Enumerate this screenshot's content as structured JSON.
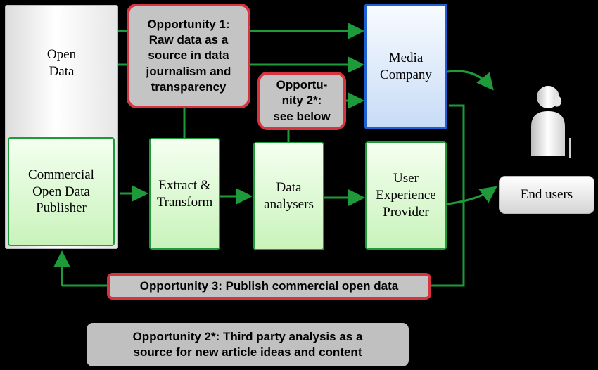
{
  "nodes": {
    "open_data": "Open\nData",
    "commercial_publisher": "Commercial\nOpen Data\nPublisher",
    "extract_transform": "Extract &\nTransform",
    "data_analysers": "Data\nanalysers",
    "user_experience_provider": "User\nExperience\nProvider",
    "media_company": "Media\nCompany",
    "end_users": "End users"
  },
  "opportunities": {
    "opp1": "Opportunity 1:\nRaw data as a\nsource in data\njournalism and\ntransparency",
    "opp2": "Opportu-\nnity 2*:\nsee below",
    "opp3": "Opportunity 3: Publish commercial open data",
    "opp2_note": "Opportunity 2*: Third party analysis as a\nsource for new article ideas and content"
  },
  "colors": {
    "arrow": "#1f9a3a",
    "opportunity_border": "#d6343f",
    "media_border": "#1f5fd4",
    "background": "#000000"
  },
  "icons": {
    "end_user": "user-silhouette-icon"
  }
}
